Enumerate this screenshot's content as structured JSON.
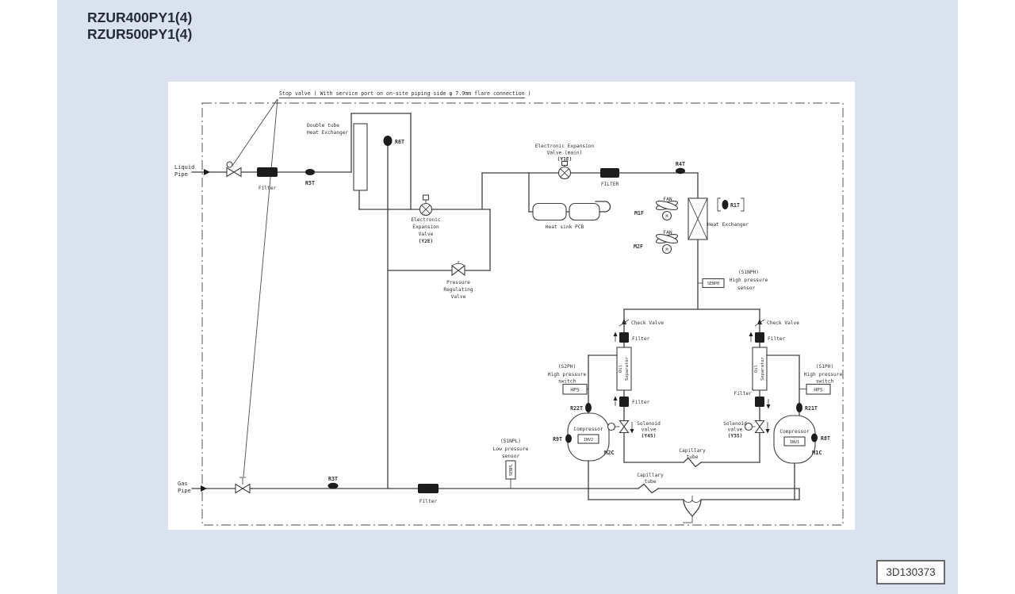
{
  "page": {
    "background": "#dbe2ef",
    "panel_bg": "#ffffff",
    "line_color": "#3f3f3f"
  },
  "title": {
    "line1": "RZUR400PY1(4)",
    "line2": "RZUR500PY1(4)"
  },
  "doc_code": "3D130373",
  "diagram": {
    "note": "Stop valve ( With service port on on-site piping side φ 7.9mm flare connection )",
    "labels": {
      "liquid": "Liquid",
      "pipe": "Pipe",
      "gas": "Gas",
      "filter": "Filter",
      "filter_caps": "FILTER",
      "r5t": "R5T",
      "r6t": "R6T",
      "r4t": "R4T",
      "r3t": "R3T",
      "r1t": "R1T",
      "r9t": "R9T",
      "r8t": "R8T",
      "r22t": "R22T",
      "r21t": "R21T",
      "double_tube_1": "Double tube",
      "double_tube_2": "Heat Exchanger",
      "electronic": "Electronic",
      "expansion": "Expansion",
      "valve": "Valve",
      "y2e": "(Y2E)",
      "electronic_expansion": "Electronic Expansion",
      "valve_main": "Valve (main)",
      "y1e": "(Y1E)",
      "fan": "FAN",
      "m1f": "M1F",
      "m2f": "M2F",
      "motor_m": "M",
      "heat_exchanger": "Heat Exchanger",
      "heat_sink_pcb": "Heat sink PCB",
      "pressure": "Pressure",
      "regulating": "Regulating",
      "s1nph": "(S1NPH)",
      "high_pressure": "High pressure",
      "sensor": "sensor",
      "senph": "SENPH",
      "check_valve": "Check Valve",
      "oil": "Oil",
      "separator": "Separator",
      "s2ph": "(S2PH)",
      "s1ph": "(S1PH)",
      "switch": "switch",
      "hps": "HPS",
      "compressor": "Compressor",
      "inv2": "INV2",
      "inv1": "INV1",
      "m2c": "M2C",
      "m1c": "M1C",
      "solenoid": "Solenoid",
      "valve_lc": "valve",
      "y4s": "(Y4S)",
      "y3s": "(Y3S)",
      "capillary": "Capillary",
      "tube": "tube",
      "s1npl": "(S1NPL)",
      "low_pressure": "Low pressure",
      "senpl": "SENPL"
    }
  }
}
